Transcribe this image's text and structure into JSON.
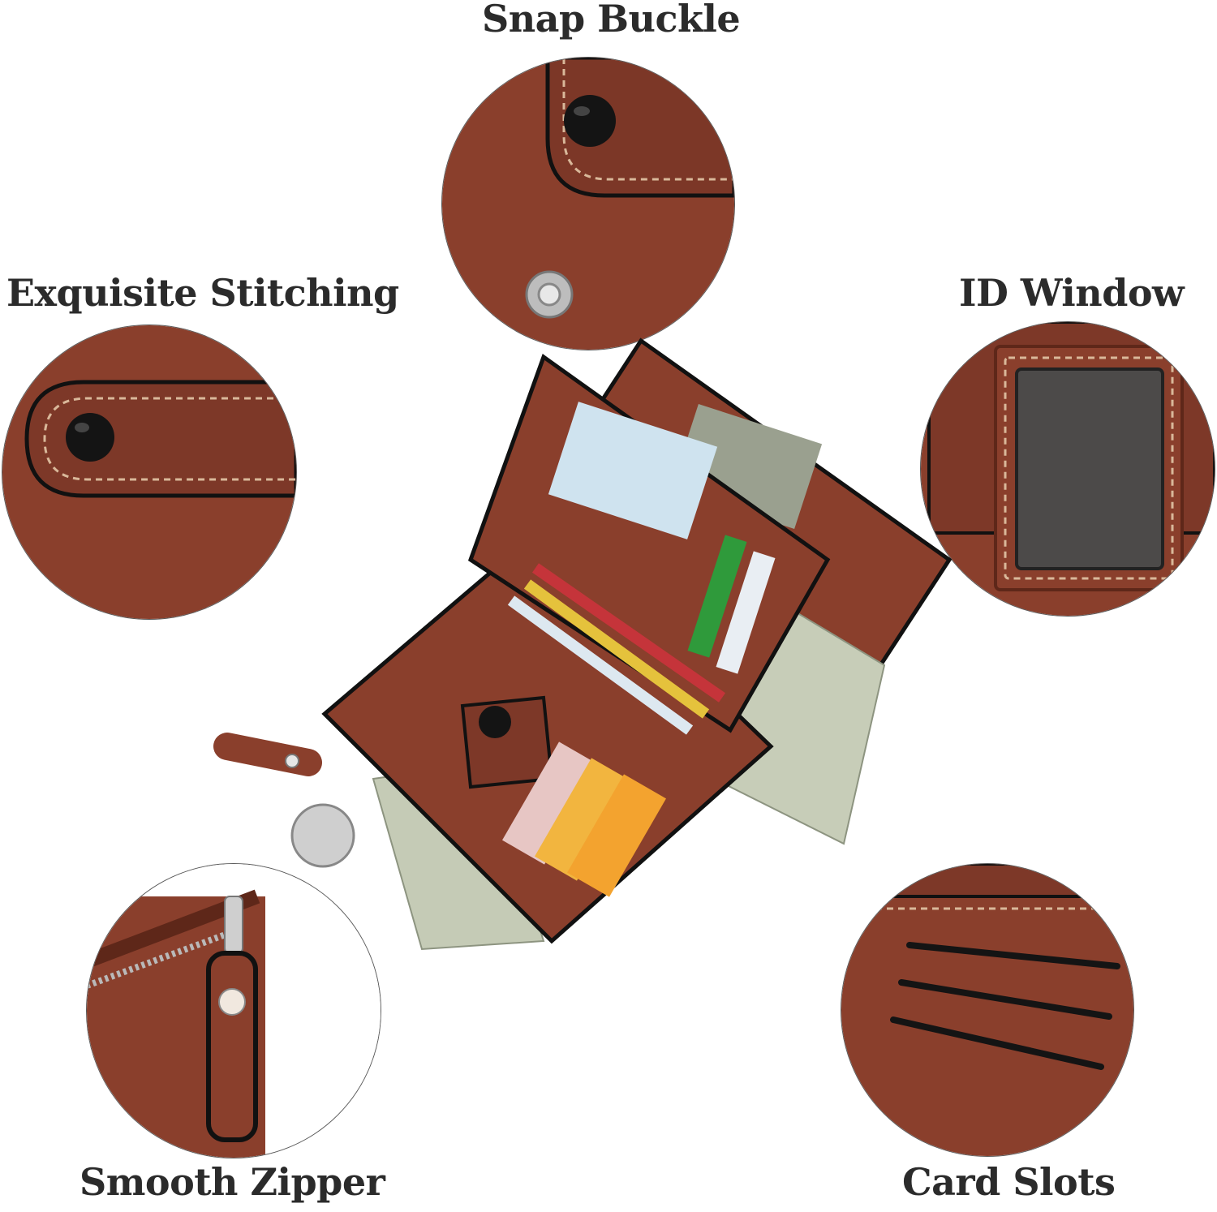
{
  "labels": {
    "snap_buckle": "Snap Buckle",
    "exquisite_stitching": "Exquisite Stitching",
    "id_window": "ID Window",
    "smooth_zipper": "Smooth Zipper",
    "card_slots": "Card Slots"
  },
  "colors": {
    "leather": "#8a3f2c",
    "leather_dark": "#5e2719",
    "stitch": "#d9b89a",
    "snap_black": "#141414",
    "metal": "#c8c8c8"
  }
}
